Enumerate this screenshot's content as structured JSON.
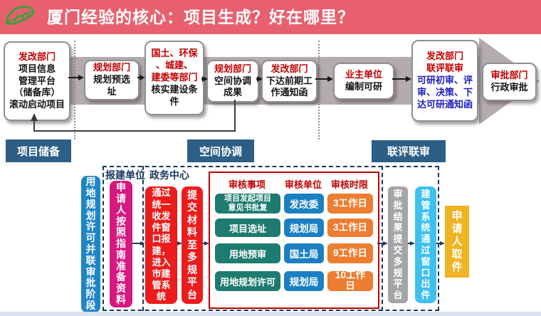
{
  "header": {
    "title": "厦门经验的核心：项目生成？好在哪里？",
    "logo_icon": "leaf-icon",
    "bg_color": "#e8606e"
  },
  "top_flow": {
    "boxes": [
      {
        "dept": "发改部门",
        "body": "项目信息\n管理平台\n（储备库）\n滚动启动项目"
      },
      {
        "dept": "规划部门",
        "body": "规划预选\n址"
      },
      {
        "dept": "国土、环保\n、城建、\n建委等部门",
        "body": "核实建设条\n件"
      },
      {
        "dept": "规划部门",
        "body": "空间协调\n成果"
      },
      {
        "dept": "发改部门",
        "body": "下达前期工\n作通知函"
      },
      {
        "dept": "业主单位",
        "body": "编制可研"
      },
      {
        "dept": "发改部门\n联评联审",
        "body": "可研初审、评\n审、决策、下\n达可研通知函"
      },
      {
        "dept": "审批部门",
        "body": "行政审批"
      }
    ]
  },
  "phases": [
    "项目储备",
    "空间协调",
    "联评联审"
  ],
  "bottom": {
    "stage_label": "用地规划许可并联审批阶段",
    "zone1_label": "报建单位",
    "zone2_label": "政务中心",
    "applicant_prep": "申请人按照指南准备资料",
    "window_submit": "通过统一收发件窗口报建，进入市建管系统",
    "submit_platform": "提交材料至多规平台",
    "table": {
      "col_item": "审核事项",
      "col_unit": "审核单位",
      "col_time": "审核时限",
      "rows": [
        {
          "item": "项目发起项目\n意见书批复",
          "unit": "发改委",
          "time": "3工作日"
        },
        {
          "item": "项目选址",
          "unit": "规划局",
          "time": "3工作日"
        },
        {
          "item": "用地预审",
          "unit": "国土局",
          "time": "9工作日"
        },
        {
          "item": "用地规划许可",
          "unit": "规划局",
          "time": "10工作\n日"
        }
      ]
    },
    "result_submit": "审批结果提交多规平台",
    "window_out": "建管系统通过窗口出件",
    "pickup": "申请人取件"
  },
  "colors": {
    "header_bg": "#e8606e",
    "phase_bg": "#2d5e86",
    "stage_blue": "#1e86c8",
    "magenta": "#d6187f",
    "red": "#ed1c1c",
    "teal": "#1e7b70",
    "unit_blue": "#1b80c3",
    "orange": "#ed7d31",
    "gray_box": "#a5a5a5",
    "sky_blue": "#3fc0ef",
    "yellow": "#f0b323",
    "navy": "#17375e",
    "accent_red": "#c00000",
    "flow_arrow": "#b3abaf",
    "body_blue": "#2020c0"
  }
}
